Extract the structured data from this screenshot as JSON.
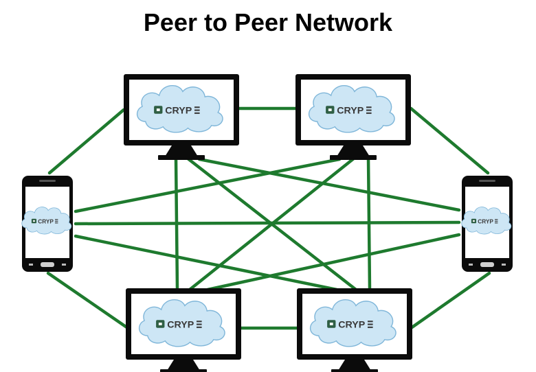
{
  "title": "Peer to Peer Network",
  "colors": {
    "link": "#1e7a2e",
    "device": "#0b0b0b",
    "screen": "#ffffff",
    "cloud_fill": "#cde6f5",
    "cloud_stroke": "#7fb6d9",
    "logo_text": "#3a3a3a",
    "logo_icon": "#2f5f44"
  },
  "logo": {
    "text": "CRYP",
    "icon": "video-camera-icon",
    "mark": "triple-bar-e-icon"
  },
  "nodes": [
    {
      "id": "monitor-top-left",
      "type": "desktop",
      "icon": "desktop-monitor-icon"
    },
    {
      "id": "monitor-top-right",
      "type": "desktop",
      "icon": "desktop-monitor-icon"
    },
    {
      "id": "monitor-bottom-left",
      "type": "desktop",
      "icon": "desktop-monitor-icon"
    },
    {
      "id": "monitor-bottom-right",
      "type": "desktop",
      "icon": "desktop-monitor-icon"
    },
    {
      "id": "phone-left",
      "type": "mobile",
      "icon": "smartphone-icon"
    },
    {
      "id": "phone-right",
      "type": "mobile",
      "icon": "smartphone-icon"
    }
  ]
}
